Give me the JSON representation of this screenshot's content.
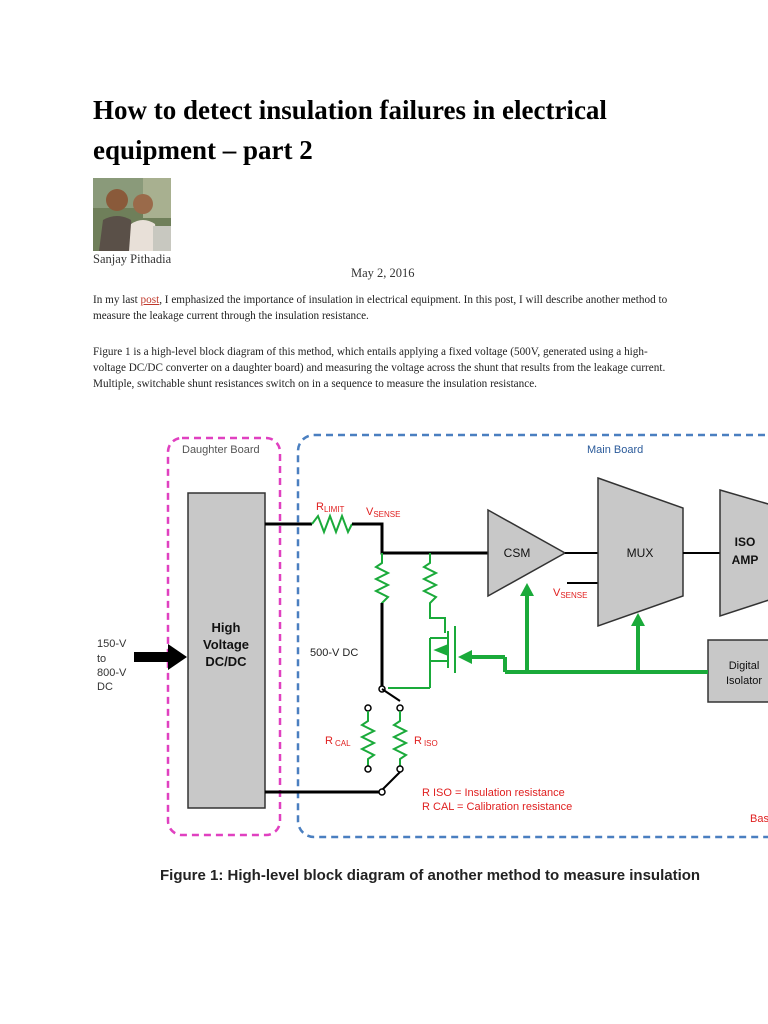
{
  "article": {
    "title": "How to detect insulation failures in electrical equipment – part 2",
    "author": "Sanjay Pithadia",
    "date": "May 2, 2016",
    "p1_before": "In my last ",
    "p1_link": "post",
    "p1_after": ", I emphasized the importance of insulation in electrical equipment. In this post, I will describe another method to measure the leakage current through the insulation resistance.",
    "p2": "Figure 1 is a high-level block diagram of this method, which entails applying a fixed voltage (500V, generated using a high-voltage DC/DC converter on a daughter board) and measuring the voltage across the shunt that results from the leakage current. Multiple, switchable shunt resistances switch on in a sequence to measure the insulation resistance."
  },
  "figure": {
    "daughter_board": "Daughter Board",
    "main_board": "Main Board",
    "base_board": "Bas",
    "input_label": [
      "150-V",
      "to",
      "800-V",
      "DC"
    ],
    "hv_block": [
      "High",
      "Voltage",
      "DC/DC"
    ],
    "r_limit": "R",
    "r_limit_sub": "LIMIT",
    "v_sense_1": "V",
    "v_sense_1_sub": "SENSE",
    "v_sense_2": "V",
    "v_sense_2_sub": "SENSE",
    "csm": "CSM",
    "mux": "MUX",
    "iso_amp": [
      "ISO",
      "AMP"
    ],
    "dc_500": "500-V DC",
    "digital_isolator": [
      "Digital",
      "Isolator"
    ],
    "r_cal": "R",
    "r_cal_sub": "CAL",
    "r_iso": "R",
    "r_iso_sub": "ISO",
    "legend_iso": "R ISO = Insulation resistance",
    "legend_cal": "R CAL = Calibration resistance",
    "caption": "Figure 1: High-level block diagram of another method to measure insulation",
    "colors": {
      "daughter_border": "#e040c0",
      "main_border": "#4a7fc0",
      "green": "#1aaa3a",
      "red_text": "#e02020",
      "block_fill": "#c8c8c8"
    }
  }
}
